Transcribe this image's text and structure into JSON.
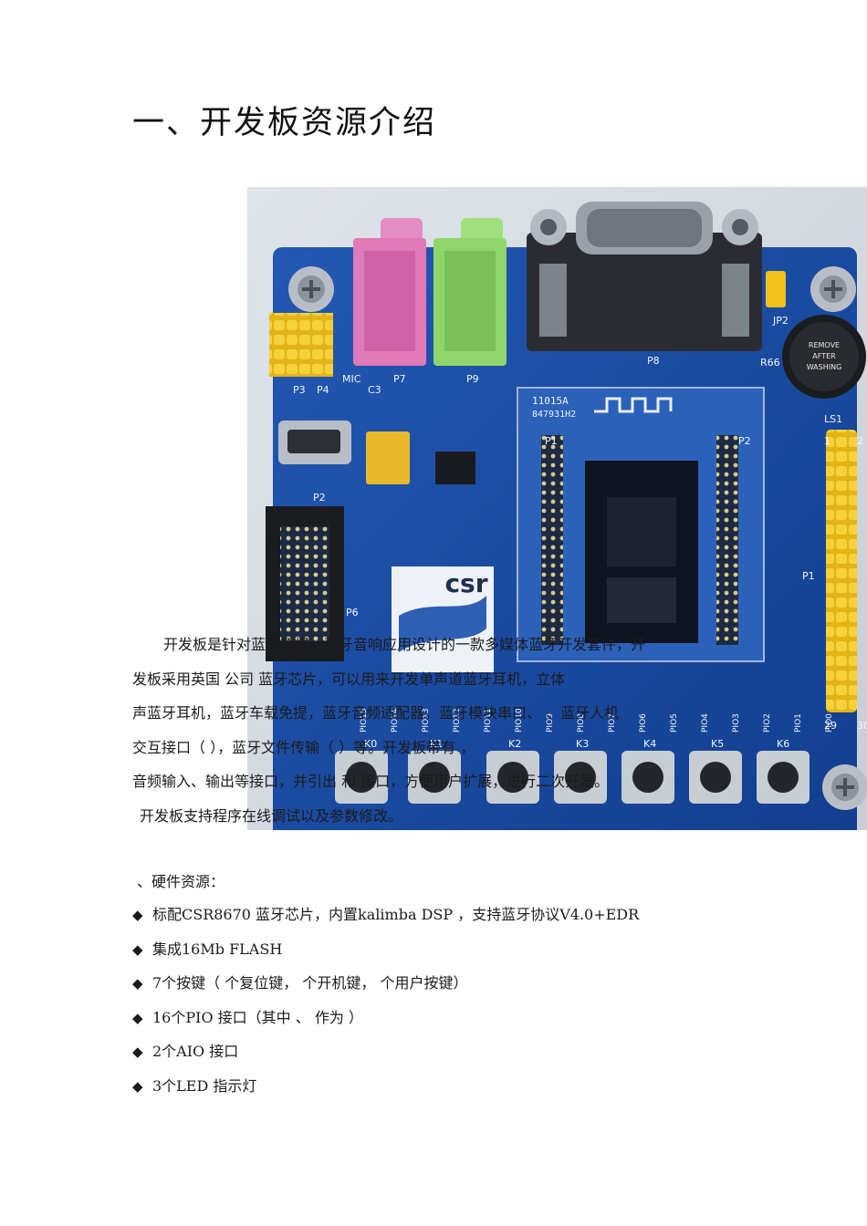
{
  "heading": "一、开发板资源介绍",
  "photo": {
    "board_logo": "csr",
    "module_label": "11015A",
    "module_code": "847931H2",
    "buzzer_text": [
      "REMOVE",
      "AFTER",
      "WASHING"
    ],
    "buzzer_id": "LS1",
    "jumper_label": "JP2",
    "resistor_label": "R66",
    "connector_labels": [
      "P3",
      "P4",
      "C3",
      "P7",
      "P9",
      "P8",
      "P2",
      "P6",
      "P1",
      "P2",
      "P1"
    ],
    "mic_label": "MIC",
    "header_pin_labels": [
      "1",
      "2",
      "29",
      "30"
    ],
    "key_labels": [
      "K0",
      "K1",
      "K2",
      "K3",
      "K4",
      "K5",
      "K6"
    ],
    "pio_labels": [
      "PIO15",
      "PIO14",
      "PIO13",
      "PIO12",
      "PIO11",
      "PIO10",
      "PIO9",
      "PIO8",
      "PIO7",
      "PIO6",
      "PIO5",
      "PIO4",
      "PIO3",
      "PIO2",
      "PIO1",
      "PIO0"
    ]
  },
  "intro_lines": [
    "开发板是针对蓝牙免提，蓝牙音响应用设计的一款多媒体蓝牙开发套件，开",
    "发板采用英国        公司               蓝牙芯片，可以用来开发单声道蓝牙耳机，立体",
    "声蓝牙耳机，蓝牙车载免提，蓝牙音频适配器，蓝牙模块串口、    、蓝牙人机",
    "交互接口（      ），蓝牙文件传输（      ）等。开发板带有                    ，",
    "音频输入、输出等接口，并引出       和       接口，方便用户扩展，进行二次开发。",
    "开发板支持程序在线调试以及参数修改。"
  ],
  "section_title": "、硬件资源：",
  "bullet_symbol": "◆",
  "bullets": [
    "标配CSR8670  蓝牙芯片，内置kalimba DSP ，支持蓝牙协议V4.0+EDR",
    "集成16Mb FLASH",
    "7个按键（  个复位键，  个开机键，  个用户按键）",
    "16个PIO  接口（其中        、        作为      ）",
    "2个AIO  接口",
    "3个LED  指示灯"
  ],
  "colors": {
    "pcb_blue": "#1b4fa6",
    "header_yellow": "#f2c21a",
    "audio_pink": "#e07ab8",
    "audio_green": "#8fd66a"
  }
}
